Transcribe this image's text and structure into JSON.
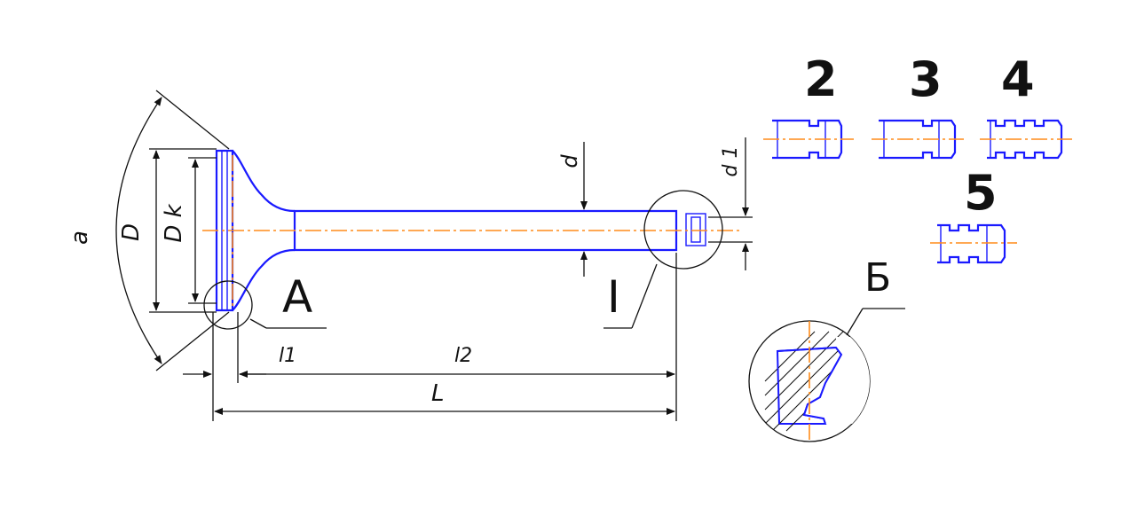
{
  "labels": {
    "a": "a",
    "D": "D",
    "Dk": "D k",
    "d": "d",
    "d1": "d 1",
    "A": "A",
    "I": "I",
    "l1": "l1",
    "l2": "l2",
    "L": "L",
    "B": "Б"
  },
  "variants": [
    "2",
    "3",
    "4",
    "5"
  ],
  "colors": {
    "contour": "#1a1aff",
    "axis": "#ff8c1a",
    "dimension": "#111111"
  }
}
